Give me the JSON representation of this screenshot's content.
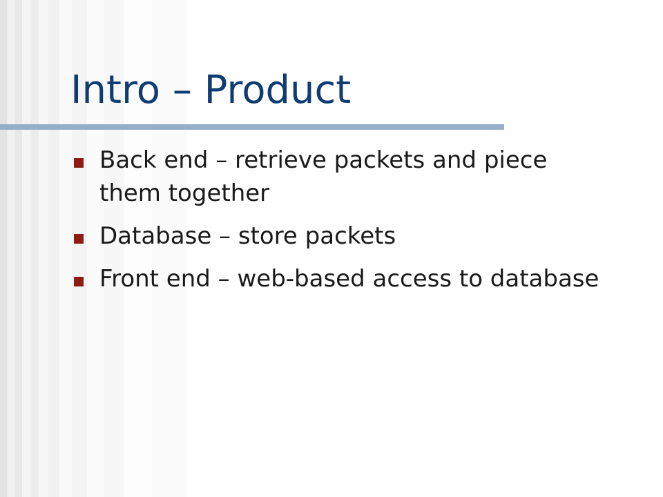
{
  "slide": {
    "title": "Intro – Product",
    "bullets": [
      {
        "text": "Back end – retrieve packets and piece them together"
      },
      {
        "text": "Database – store packets"
      },
      {
        "text": "Front end – web-based access to database"
      }
    ]
  },
  "colors": {
    "title": "#0e3c73",
    "rule": "#96afc9",
    "bullet_marker": "#8f1c14",
    "body_text": "#1a1a1a"
  },
  "icons": {
    "bullet_marker": "square-bullet-icon"
  }
}
